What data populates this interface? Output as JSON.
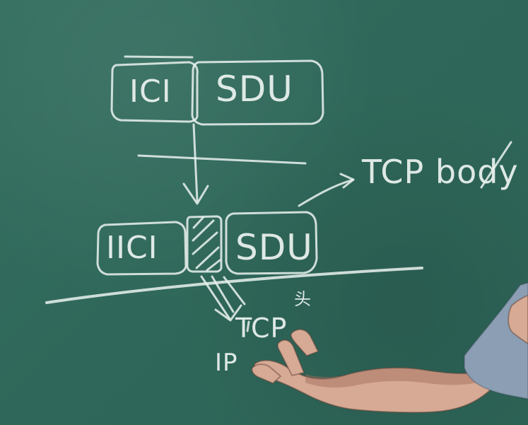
{
  "labels": {
    "top_left_box": "ICI",
    "top_right_box": "SDU",
    "mid_left_box": "IICI",
    "mid_right_box": "SDU",
    "tcp_body": "TCP body",
    "bottom_tcp": "TCP",
    "bottom_ip": "IP",
    "chinese_mark": "头"
  }
}
